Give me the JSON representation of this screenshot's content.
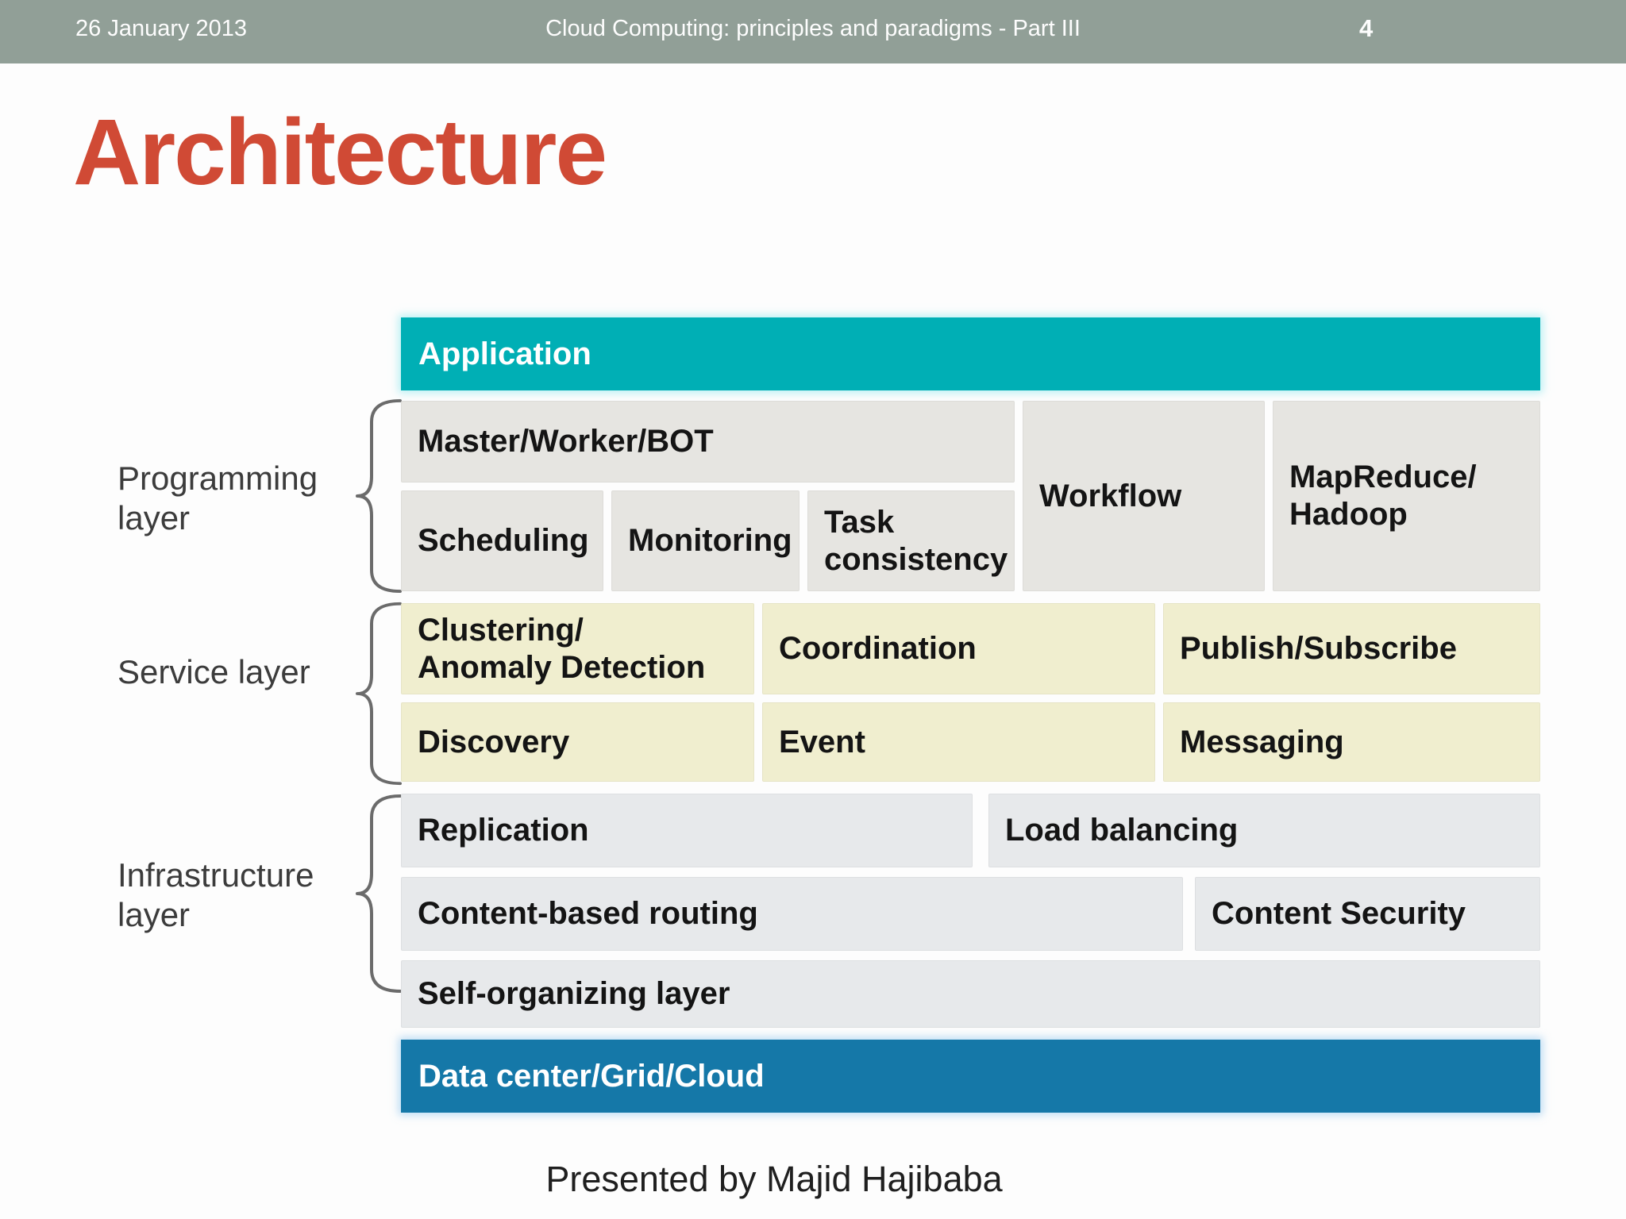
{
  "header": {
    "date": "26 January 2013",
    "title": "Cloud Computing: principles and paradigms - Part III",
    "page_number": "4"
  },
  "slide": {
    "title": "Architecture",
    "footer": "Presented by Majid Hajibaba"
  },
  "diagram": {
    "application_bar": "Application",
    "datacenter_bar": "Data center/Grid/Cloud",
    "programming": {
      "label_line1": "Programming",
      "label_line2": "layer",
      "blocks": {
        "master": "Master/Worker/BOT",
        "scheduling": "Scheduling",
        "monitoring": "Monitoring",
        "task_line1": "Task",
        "task_line2": "consistency",
        "workflow": "Workflow",
        "mapreduce_line1": "MapReduce/",
        "mapreduce_line2": "Hadoop"
      }
    },
    "service": {
      "label_line1": "Service layer",
      "blocks": {
        "clustering_line1": "Clustering/",
        "clustering_line2": "Anomaly Detection",
        "coordination": "Coordination",
        "publish_subscribe": "Publish/Subscribe",
        "discovery": "Discovery",
        "event": "Event",
        "messaging": "Messaging"
      }
    },
    "infrastructure": {
      "label_line1": "Infrastructure",
      "label_line2": "layer",
      "blocks": {
        "replication": "Replication",
        "load_balancing": "Load balancing",
        "content_routing": "Content-based routing",
        "content_security": "Content Security",
        "self_organizing": "Self-organizing layer"
      }
    }
  },
  "colors": {
    "header_bg": "#919f97",
    "title_color": "#d04a35",
    "teal": "#00afb5",
    "blue": "#1578a8",
    "prog_block": "#e6e5e1",
    "service_block": "#f0eecf",
    "infra_block": "#e7e9eb",
    "block_text": "#141414",
    "label_text": "#3c3c3c",
    "brace_color": "#6b6b6b",
    "footer_text": "#1f1f1f"
  }
}
